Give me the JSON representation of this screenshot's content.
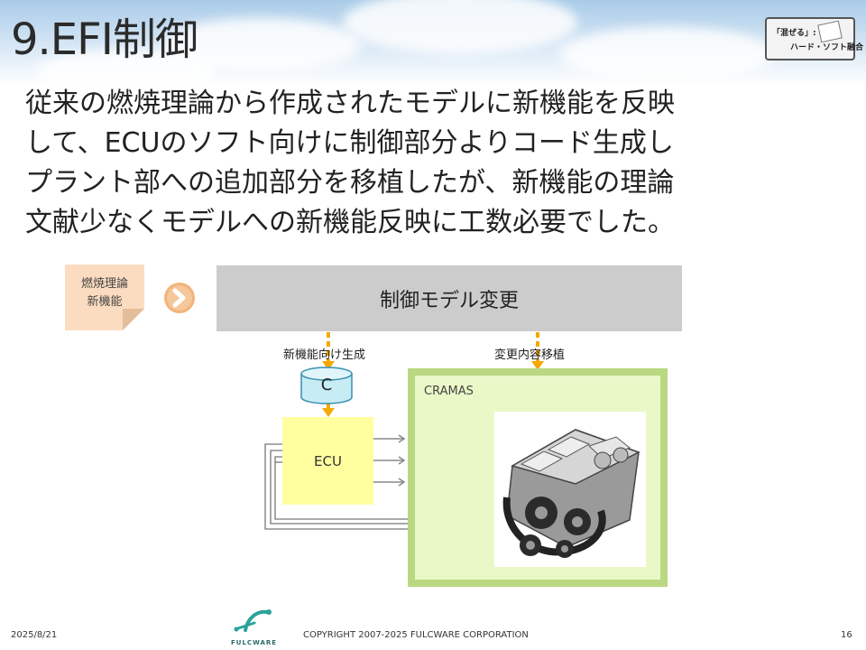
{
  "header": {
    "title": "9.EFI制御"
  },
  "badge": {
    "line1": "「混ぜる」:",
    "line2": "ハード・ソフト融合"
  },
  "body": {
    "lines": [
      "従来の燃焼理論から作成されたモデルに新機能を反映",
      "して、ECUのソフト向けに制御部分よりコード生成し",
      "プラント部への追加部分を移植したが、新機能の理論",
      "文献少なくモデルへの新機能反映に工数必要でした。"
    ]
  },
  "diagram": {
    "note_line1": "燃焼理論",
    "note_line2": "新機能",
    "model_box": "制御モデル変更",
    "label_gen": "新機能向け生成",
    "label_port": "変更内容移植",
    "cylinder_label": "C",
    "ecu_label": "ECU",
    "cramas_label": "CRAMAS",
    "colors": {
      "accent_arrow": "#f5a800",
      "cramas_border": "#b9d881",
      "cramas_fill": "#eaf8c8",
      "ecu_fill": "#ffffa0",
      "note_fill": "#fcdcc0",
      "model_fill": "#cccccc"
    }
  },
  "footer": {
    "date": "2025/8/21",
    "copyright": "COPYRIGHT 2007-2025 FULCWARE CORPORATION",
    "page": "16",
    "logo_text": "FULCWARE"
  },
  "icons": [
    "chevron-right-icon",
    "cylinder-icon",
    "engine-icon",
    "fulcware-logo-icon"
  ]
}
